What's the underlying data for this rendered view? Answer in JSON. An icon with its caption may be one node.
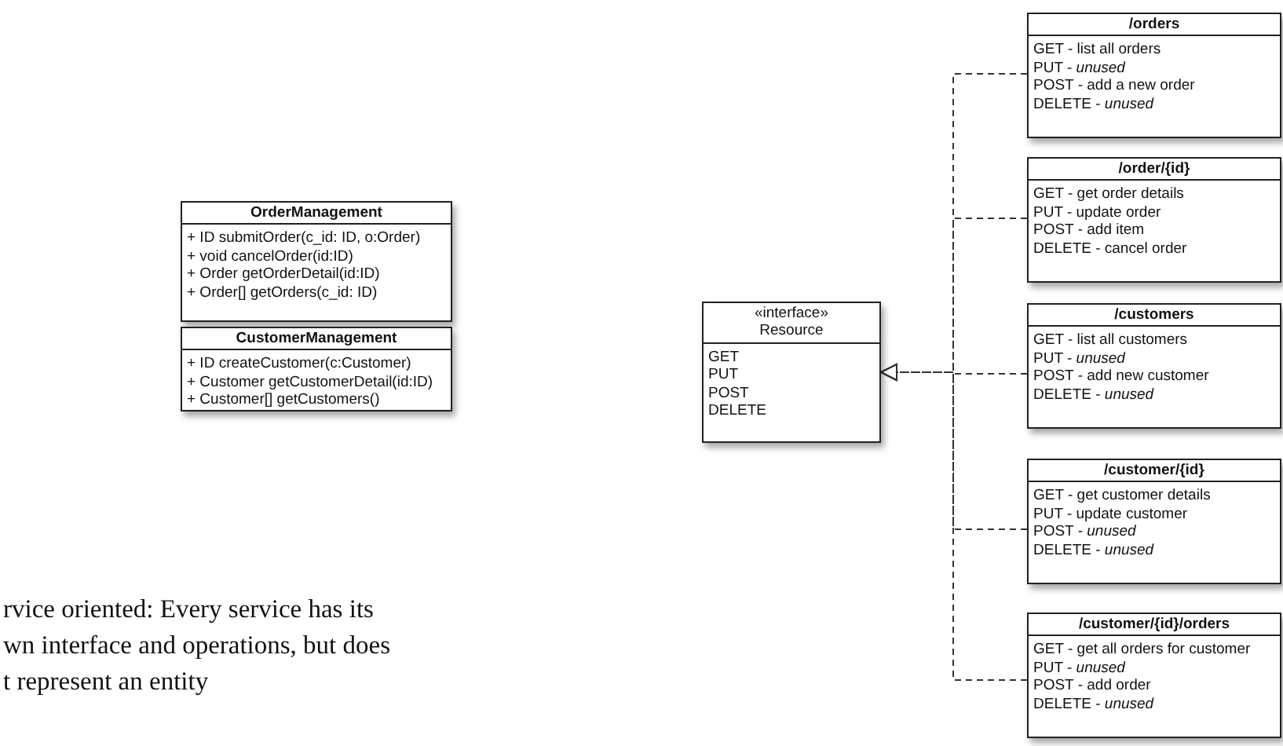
{
  "diagram": {
    "nodes": [
      {
        "text": [
          "OrderManagement",
          "+ ID submitOrder(c_id: ID, o:Order)",
          "+ void cancelOrder(id:ID)",
          "+ Order getOrderDetail(id:ID)",
          "+ Order[] getOrders(c_id: ID)"
        ]
      },
      {
        "text": [
          "CustomerManagement",
          "+ ID createCustomer(c:Customer)",
          "+ Customer getCustomerDetail(id:ID)",
          "+ Customer[] getCustomers()"
        ]
      },
      {
        "text": [
          "«interface»",
          "Resource",
          "GET",
          "PUT",
          "POST",
          "DELETE"
        ]
      },
      {
        "text": [
          "/orders",
          "GET - list all orders",
          "PUT - *unused*",
          "POST - add a new order",
          "DELETE -  *unused*"
        ]
      },
      {
        "text": [
          "/order/{id}",
          "GET - get order details",
          "PUT - update order",
          "POST - add item",
          "DELETE - cancel order"
        ]
      },
      {
        "text": [
          "/customers",
          "GET - list all customers",
          "PUT - *unused*",
          "POST - add new customer",
          "DELETE - *unused*"
        ]
      },
      {
        "text": [
          "/customer/{id}",
          "GET - get customer details",
          "PUT - update customer",
          "POST - *unused*",
          "DELETE - *unused*"
        ]
      },
      {
        "text": [
          "/customer/{id}/orders",
          "GET - get all orders for customer",
          "PUT - *unused*",
          "POST - add order",
          "DELETE - *unused*"
        ]
      }
    ],
    "edges": [
      {
        "from": 3,
        "to": 2,
        "arrow": "to",
        "style": "dashed"
      },
      {
        "from": 4,
        "to": 2,
        "arrow": "to",
        "style": "dashed"
      },
      {
        "from": 5,
        "to": 2,
        "arrow": "to",
        "style": "dashed"
      },
      {
        "from": 6,
        "to": 2,
        "arrow": "to",
        "style": "dashed"
      },
      {
        "from": 7,
        "to": 2,
        "arrow": "to",
        "style": "dashed"
      }
    ],
    "labels": [
      "rvice oriented: Every service has its wn interface and operations, but does t represent an entity"
    ]
  }
}
